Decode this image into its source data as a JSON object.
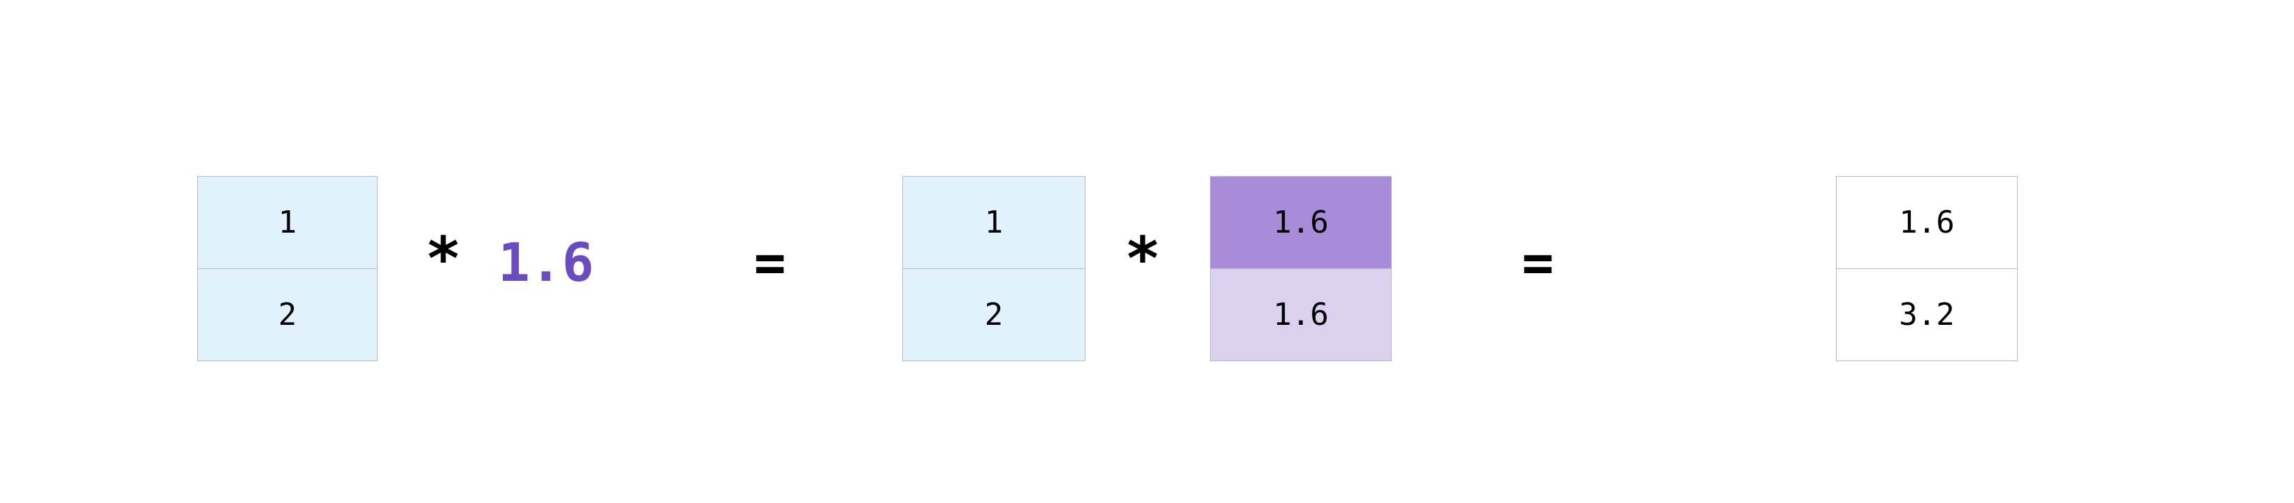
{
  "figure": {
    "kind": "broadcasting-diagram",
    "background": "#ffffff",
    "colors": {
      "cell_blue": "#e2f2fc",
      "cell_white": "#ffffff",
      "cell_purple": "#a88cd9",
      "cell_lavender": "#dcd0ef",
      "border": "#b5bcc2",
      "scalar_text": "#6a4bc0",
      "operator_text": "#000000"
    }
  },
  "expression": {
    "left": {
      "matrix": {
        "name": "operand-matrix",
        "shape": [
          2,
          1
        ],
        "fill": "blue",
        "cells": [
          "1",
          "2"
        ]
      },
      "operator": "*",
      "scalar": "1.6"
    },
    "equals_1": "=",
    "right": {
      "matrix": {
        "name": "operand-matrix",
        "shape": [
          2,
          1
        ],
        "fill": "blue",
        "cells": [
          "1",
          "2"
        ]
      },
      "operator": "*",
      "broadcast_matrix": {
        "name": "broadcast-matrix",
        "shape": [
          2,
          1
        ],
        "cells": [
          {
            "value": "1.6",
            "fill": "purple"
          },
          {
            "value": "1.6",
            "fill": "lavender"
          }
        ]
      }
    },
    "equals_2": "=",
    "result": {
      "matrix": {
        "name": "result-matrix",
        "shape": [
          2,
          1
        ],
        "fill": "white",
        "cells": [
          "1.6",
          "3.2"
        ]
      }
    }
  },
  "chart_data": {
    "type": "table",
    "title": "",
    "xlabel": "",
    "ylabel": "",
    "series": [
      {
        "name": "operand",
        "values": [
          1,
          2
        ]
      },
      {
        "name": "scalar",
        "values": [
          1.6
        ]
      },
      {
        "name": "broadcast",
        "values": [
          1.6,
          1.6
        ]
      },
      {
        "name": "result",
        "values": [
          1.6,
          3.2
        ]
      }
    ],
    "annotations": [
      "*",
      "=",
      "*",
      "="
    ]
  }
}
